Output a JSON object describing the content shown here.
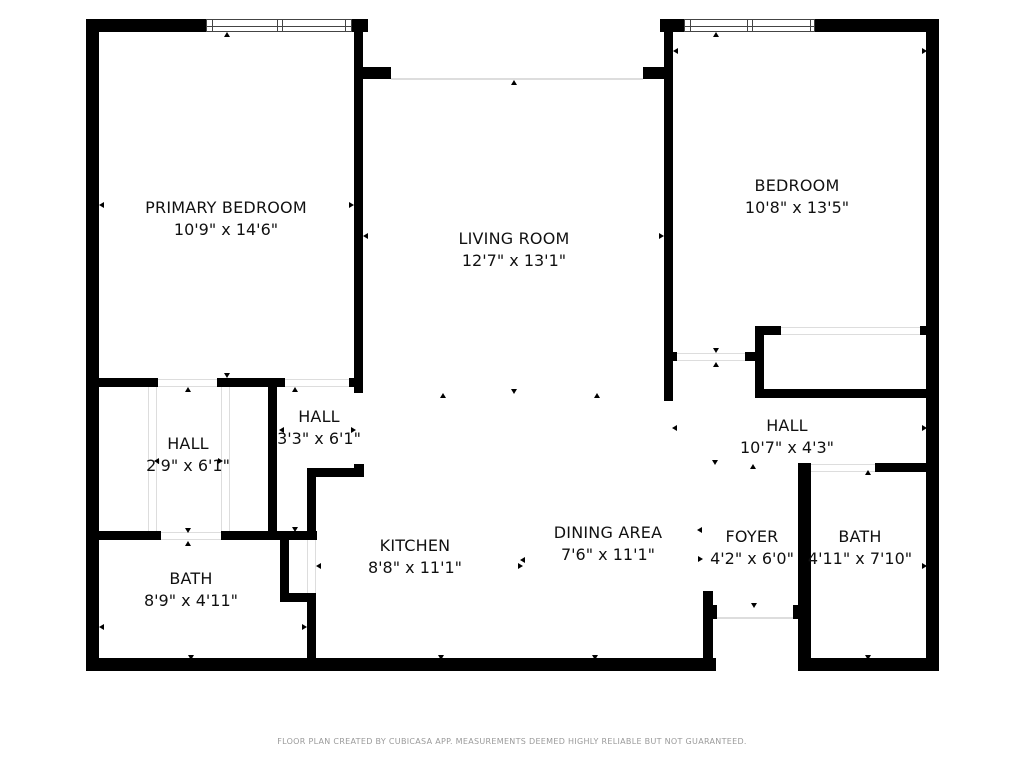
{
  "floor_plan": {
    "rooms": [
      {
        "id": "primary-bedroom",
        "name": "PRIMARY BEDROOM",
        "dimensions": "10'9\" x 14'6\""
      },
      {
        "id": "living-room",
        "name": "LIVING ROOM",
        "dimensions": "12'7\" x 13'1\""
      },
      {
        "id": "bedroom",
        "name": "BEDROOM",
        "dimensions": "10'8\" x 13'5\""
      },
      {
        "id": "hall-left",
        "name": "HALL",
        "dimensions": "2'9\" x 6'1\""
      },
      {
        "id": "hall-center",
        "name": "HALL",
        "dimensions": "3'3\" x 6'1\""
      },
      {
        "id": "hall-right",
        "name": "HALL",
        "dimensions": "10'7\" x 4'3\""
      },
      {
        "id": "bath-left",
        "name": "BATH",
        "dimensions": "8'9\" x 4'11\""
      },
      {
        "id": "kitchen",
        "name": "KITCHEN",
        "dimensions": "8'8\" x 11'1\""
      },
      {
        "id": "dining-area",
        "name": "DINING AREA",
        "dimensions": "7'6\" x 11'1\""
      },
      {
        "id": "foyer",
        "name": "FOYER",
        "dimensions": "4'2\" x 6'0\""
      },
      {
        "id": "bath-right",
        "name": "BATH",
        "dimensions": "4'11\" x 7'10\""
      }
    ],
    "colors": {
      "wall": "#000000",
      "background": "#ffffff",
      "footer_text": "#9a9a9a"
    }
  },
  "footer": {
    "disclaimer": "FLOOR PLAN CREATED BY CUBICASA APP. MEASUREMENTS DEEMED HIGHLY RELIABLE BUT NOT GUARANTEED."
  }
}
